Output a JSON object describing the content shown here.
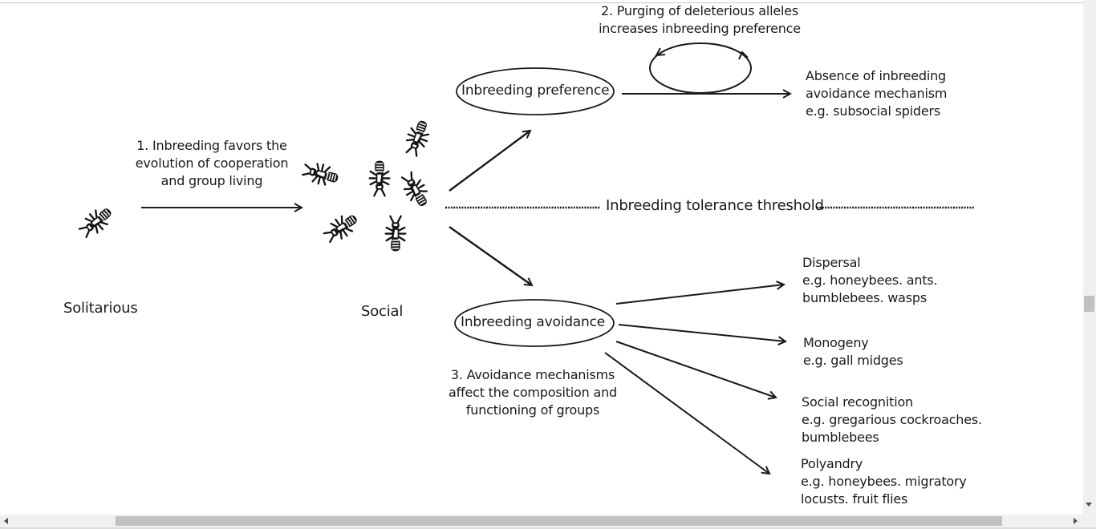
{
  "diagram": {
    "step1": [
      "1. Inbreeding favors the",
      "evolution of cooperation",
      "and group living"
    ],
    "step2": [
      "2. Purging of deleterious alleles",
      "increases inbreeding preference"
    ],
    "step3": [
      "3. Avoidance mechanisms",
      "affect the composition and",
      "functioning of groups"
    ],
    "solitary_label": "Solitarious",
    "social_label": "Social",
    "threshold_label": "Inbreeding tolerance threshold",
    "nodes": {
      "preference": "Inbreeding preference",
      "avoidance": "Inbreeding avoidance"
    },
    "outcomes": {
      "absence": [
        "Absence of inbreeding",
        "avoidance mechanism",
        "e.g. subsocial spiders"
      ],
      "dispersal": [
        "Dispersal",
        "e.g. honeybees. ants.",
        "bumblebees. wasps"
      ],
      "monogeny": [
        "Monogeny",
        "e.g. gall midges"
      ],
      "social_recognition": [
        "Social recognition",
        "e.g. gregarious cockroaches.",
        "bumblebees"
      ],
      "polyandry": [
        "Polyandry",
        "e.g. honeybees. migratory",
        "locusts. fruit flies"
      ]
    },
    "icons": {
      "insect": "termite-icon"
    }
  },
  "colors": {
    "ink": "#1a1a1a",
    "scrollbar_track": "#f0f0f0",
    "scrollbar_thumb": "#c1c1c1"
  }
}
